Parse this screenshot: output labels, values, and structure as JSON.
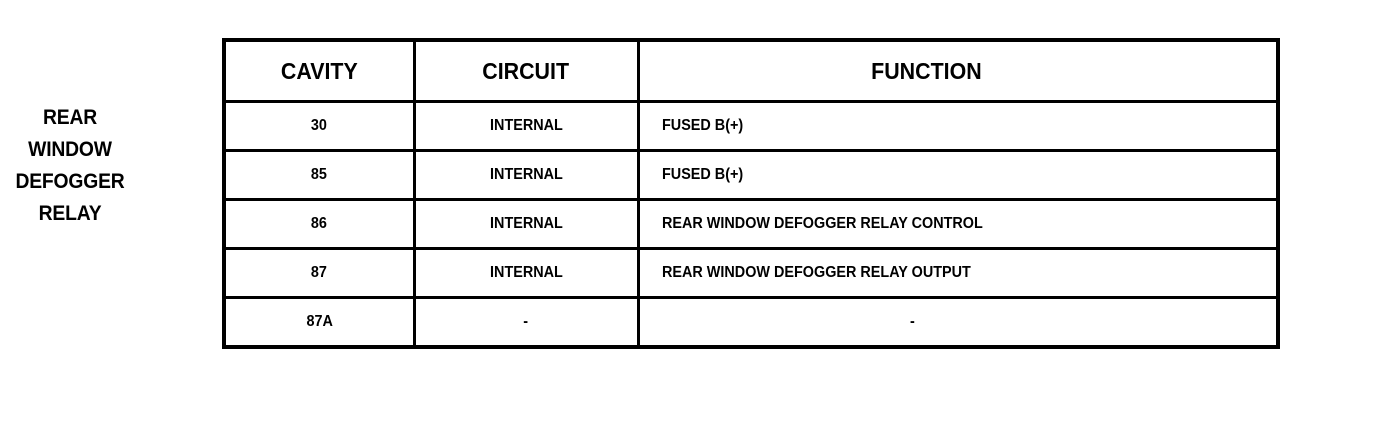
{
  "component_label": {
    "name": "rear-window-defogger-relay",
    "lines": [
      "REAR",
      "WINDOW",
      "DEFOGGER",
      "RELAY"
    ]
  },
  "table": {
    "headers": [
      "CAVITY",
      "CIRCUIT",
      "FUNCTION"
    ],
    "rows": [
      {
        "cavity": "30",
        "circuit": "INTERNAL",
        "function": "FUSED B(+)"
      },
      {
        "cavity": "85",
        "circuit": "INTERNAL",
        "function": "FUSED B(+)"
      },
      {
        "cavity": "86",
        "circuit": "INTERNAL",
        "function": "REAR WINDOW DEFOGGER RELAY CONTROL"
      },
      {
        "cavity": "87",
        "circuit": "INTERNAL",
        "function": "REAR WINDOW DEFOGGER RELAY OUTPUT"
      },
      {
        "cavity": "87A",
        "circuit": "-",
        "function": "-"
      }
    ]
  },
  "colors": {
    "background": "#ffffff",
    "ink": "#000000",
    "border": "#000000"
  }
}
